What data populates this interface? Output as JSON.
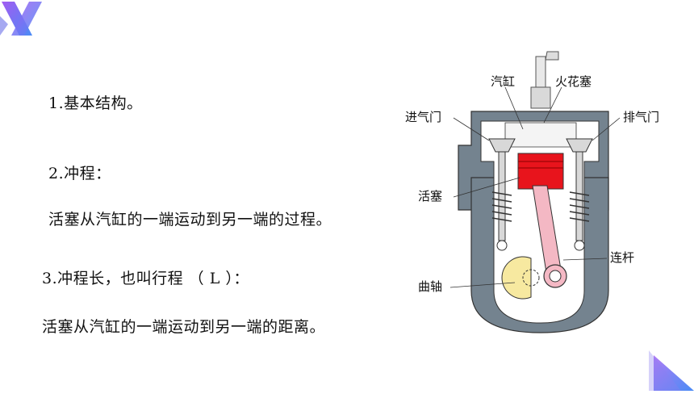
{
  "slide": {
    "item1": "1.基本结构。",
    "item2_title": "2.冲程：",
    "item2_desc": "活塞从汽缸的一端运动到另一端的过程。",
    "item3_title": "3.冲程长，也叫行程  （  L  ）：",
    "item3_desc": "活塞从汽缸的一端运动到另一端的距离。"
  },
  "diagram": {
    "labels": {
      "cylinder": "汽缸",
      "spark_plug": "火花塞",
      "intake_valve": "进气门",
      "exhaust_valve": "排气门",
      "piston": "活塞",
      "connecting_rod": "连杆",
      "crankshaft": "曲轴"
    }
  },
  "colors": {
    "accent_purple": "#7b4cf0",
    "accent_blue": "#4a8cf5",
    "engine_wall": "#6f7f8c",
    "piston_red": "#e8141c",
    "crank_yellow": "#f7e9a0",
    "rod_pink": "#f4b8c4"
  }
}
